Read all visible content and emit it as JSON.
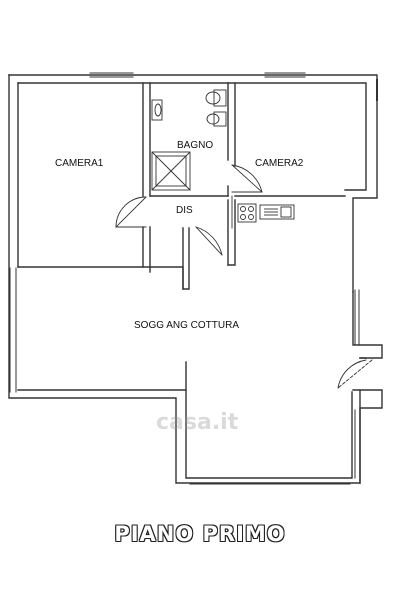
{
  "rooms": {
    "camera1": "CAMERA1",
    "bagno": "BAGNO",
    "camera2": "CAMERA2",
    "dis": "DIS",
    "soggiorno": "SOGG ANG COTTURA"
  },
  "floor_title": "PIANO PRIMO",
  "watermark": "casa.it",
  "colors": {
    "wall": "#333333",
    "line": "#444444",
    "background": "#ffffff"
  },
  "icons": [
    "toilet-icon",
    "bidet-icon",
    "sink-icon",
    "shower-icon",
    "stove-icon",
    "kitchen-sink-icon"
  ]
}
